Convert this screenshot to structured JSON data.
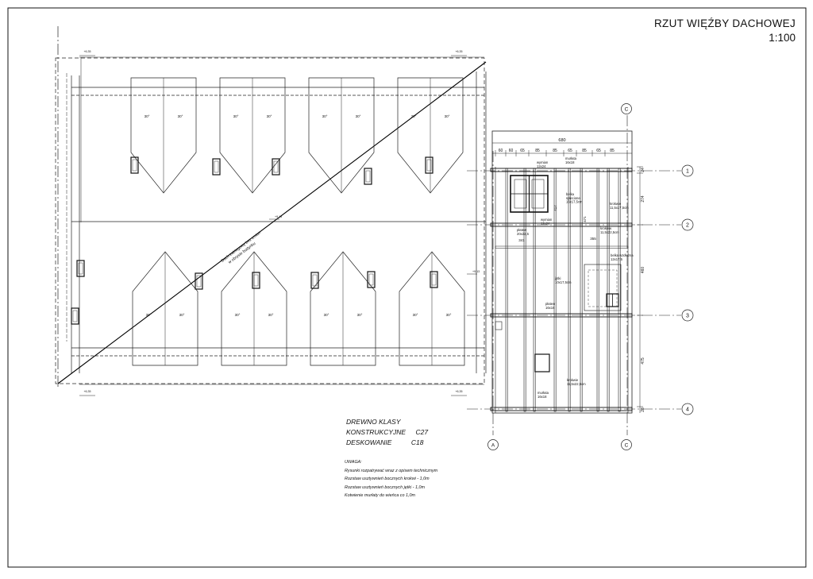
{
  "title": {
    "main": "RZUT WIĘŹBY DACHOWEJ",
    "scale": "1:100"
  },
  "material": {
    "heading": "DREWNO KLASY",
    "rows": [
      {
        "label": "KONSTRUKCYJNE",
        "value": "C27"
      },
      {
        "label": "DESKOWANIE",
        "value": "C18"
      }
    ]
  },
  "notes": {
    "heading": "UWAGA:",
    "lines": [
      "Rysunki rozpatrywać wraz z opisem technicznym",
      "Rozstaw usztywnień bocznych krokwi - 1,0m",
      "Rozstaw usztywnień bocznych jętki - 1,0m",
      "Kotwienie murłaty do wieńca co 1,0m"
    ]
  },
  "axes": {
    "rows": [
      "1",
      "2",
      "3",
      "4"
    ],
    "cols": [
      "A",
      "C"
    ]
  },
  "dimensions": {
    "top_total": "680",
    "top_parts": [
      "60",
      "60",
      "65",
      "85",
      "85",
      "65",
      "85",
      "65",
      "85"
    ],
    "right_parts": [
      "24",
      "274",
      "460",
      "475",
      "28"
    ],
    "inner": [
      "417",
      "471",
      "341",
      "355"
    ]
  },
  "members": {
    "wymian": "wymian\n12x24",
    "murlata_top": "murłata\n16x18",
    "belka_splecione": "belka\nsplecione\n16x17,5cm",
    "krokwie_top": "krokwie\n11,5x17,5cm",
    "wymian_mid": "wymian\n12x24",
    "platew": "płatew\n20x22,5",
    "krokiew": "krokiew\n11,5x22,5cm",
    "belka_wzdluzna": "belka wzdłużna\n12x17,5",
    "jetki": "jętki\n10x17,5cm",
    "platew_lower": "płatew\n16x16",
    "krokwie_bottom": "krokwie\n11,5x22,5cm",
    "murlata_bottom": "murłata\n16x18"
  },
  "roof": {
    "diagonal_note": "Dach zabiegowy bez zmian\nw obrysie budynku",
    "slope_labels": [
      "30°",
      "30°"
    ],
    "levels": [
      "+6,35",
      "+6,35",
      "+6,35",
      "+6,35",
      "+9,13",
      "+9,13"
    ]
  }
}
